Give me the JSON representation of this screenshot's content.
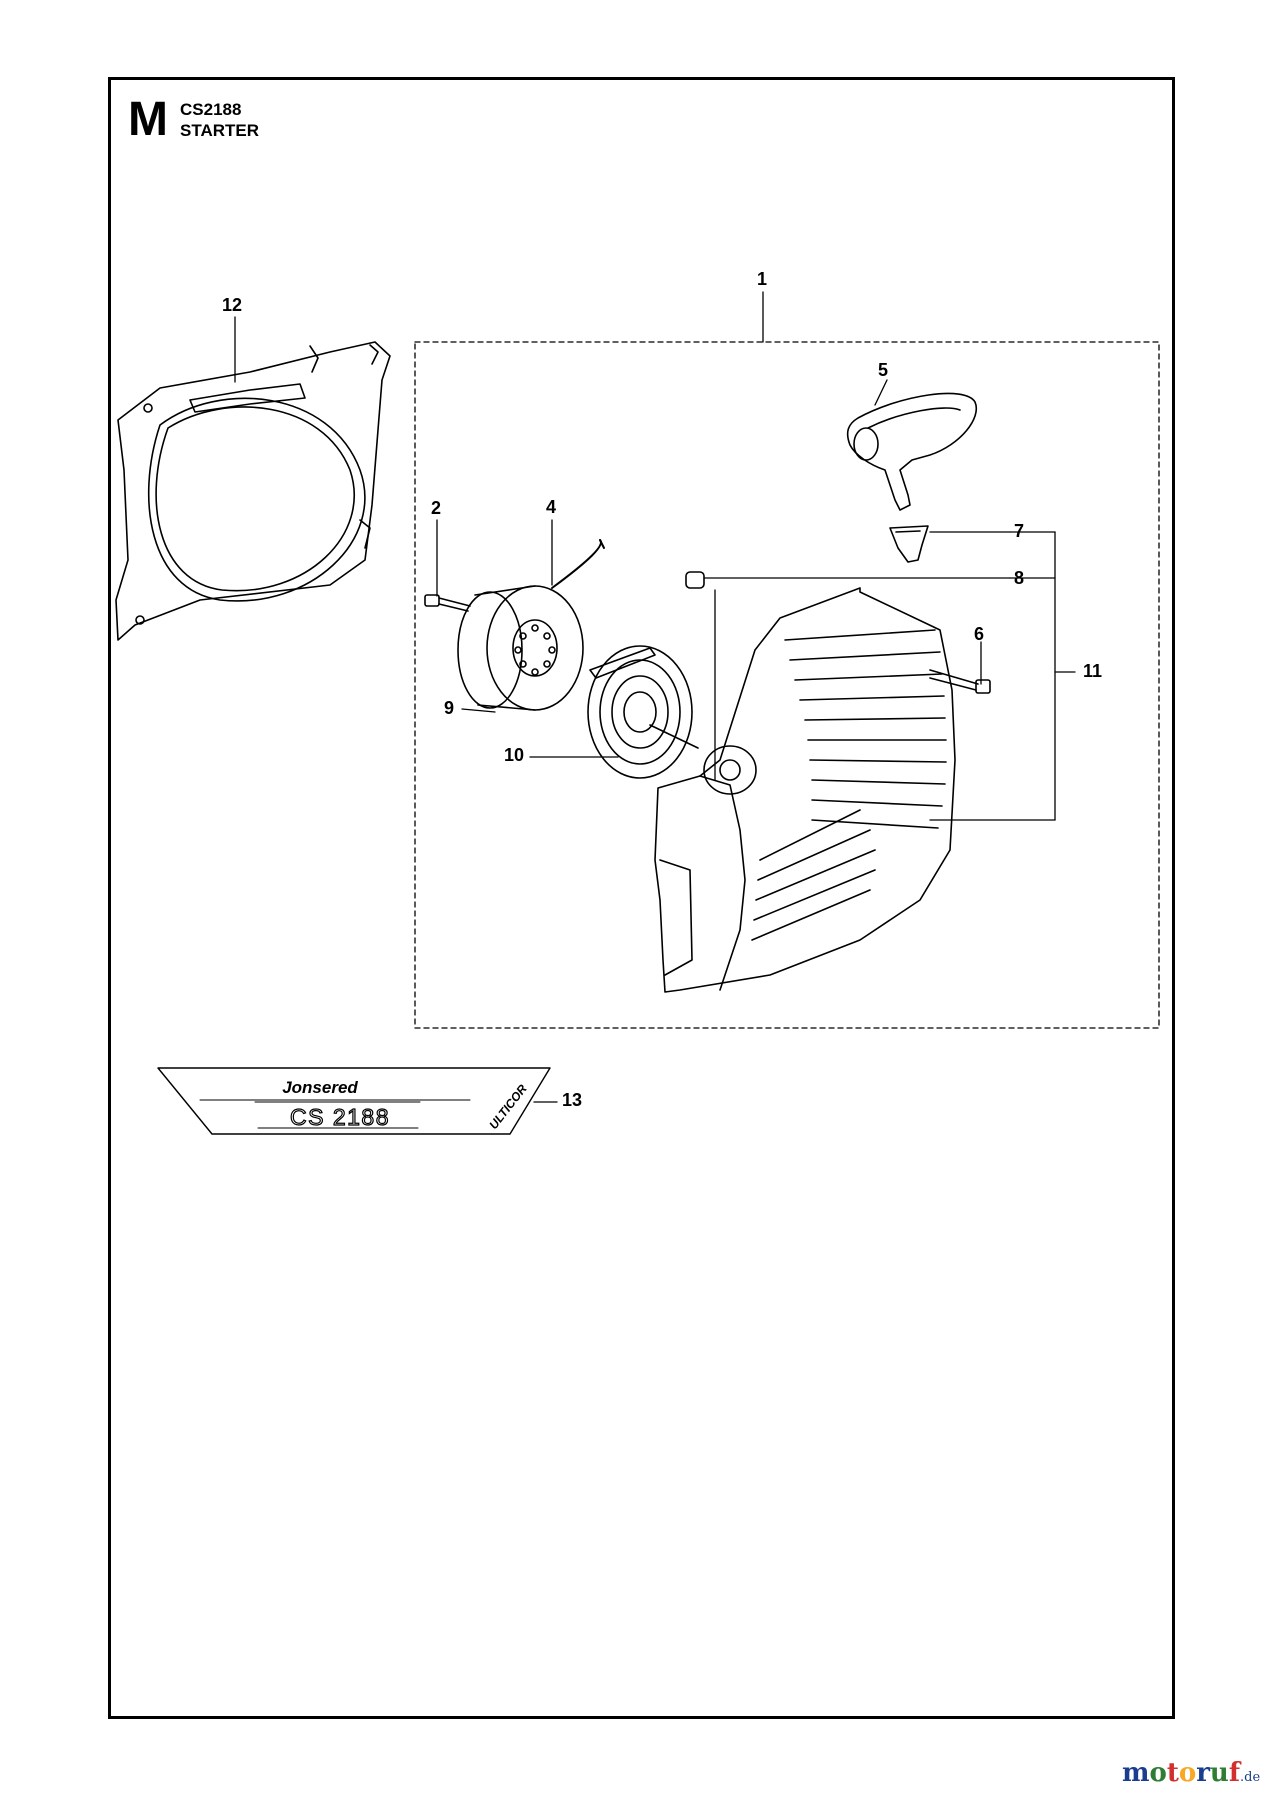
{
  "header": {
    "section_letter": "M",
    "model": "CS2188",
    "title": "STARTER"
  },
  "callouts": [
    "1",
    "2",
    "4",
    "5",
    "6",
    "7",
    "8",
    "9",
    "10",
    "11",
    "12",
    "13"
  ],
  "decal": {
    "brand": "Jonsered",
    "model_text": "CS 2188",
    "series": "ULTICOR"
  },
  "watermark": {
    "letters": [
      "m",
      "o",
      "t",
      "o",
      "r",
      "u",
      "f"
    ],
    "letter_colors": [
      "#1a3d8f",
      "#2e7d32",
      "#d32f2f",
      "#f9a825",
      "#1a3d8f",
      "#2e7d32",
      "#d32f2f"
    ],
    "suffix": ".de"
  }
}
